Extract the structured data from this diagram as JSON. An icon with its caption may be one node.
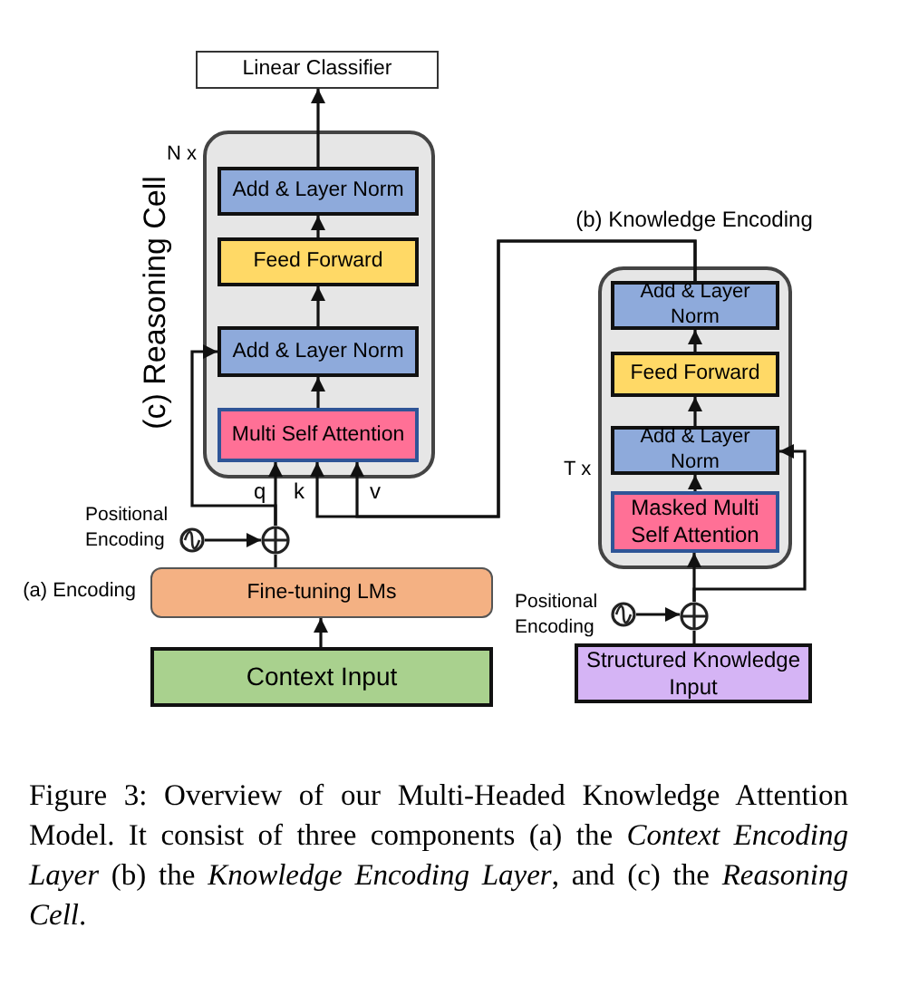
{
  "diagram": {
    "caption": "Figure 3: Overview of our Multi-Headed Knowledge Attention Model. It consist of three components (a) the *Context Encoding Layer* (b) the *Knowledge Encoding Layer*, and (c) the *Reasoning Cell*.",
    "nodes": [
      {
        "text": [
          "Linear Classifier"
        ]
      },
      {
        "text": [
          "(c) Reasoning Cell"
        ]
      },
      {
        "text": [
          "Add & Layer Norm"
        ],
        "in": 1
      },
      {
        "text": [
          "Feed Forward"
        ],
        "in": 1
      },
      {
        "text": [
          "Add & Layer Norm"
        ],
        "in": 1
      },
      {
        "text": [
          "Multi Self Attention"
        ],
        "in": 1
      },
      {
        "text": [],
        "shape": "circle",
        "beside": [
          "Positional Encoding"
        ]
      },
      {
        "text": [],
        "shape": "circle"
      },
      {
        "text": [
          "Fine-tuning LMs"
        ],
        "beside": [
          "(a) Encoding"
        ]
      },
      {
        "text": [
          "Context Input"
        ]
      },
      {
        "text": [
          "(b) Knowledge Encoding"
        ]
      },
      {
        "text": [
          "Add & Layer Norm"
        ],
        "in": 10
      },
      {
        "text": [
          "Feed Forward"
        ],
        "in": 10
      },
      {
        "text": [
          "Add & Layer Norm"
        ],
        "in": 10
      },
      {
        "text": [
          "Masked Multi Self Attention"
        ],
        "in": 10
      },
      {
        "text": [],
        "shape": "circle",
        "beside": [
          "Positional Encoding"
        ]
      },
      {
        "text": [],
        "shape": "circle"
      },
      {
        "text": [
          "Structured Knowledge Input"
        ]
      }
    ],
    "edges": [
      {
        "from": 9,
        "to": 8,
        "arrow": "to"
      },
      {
        "from": 8,
        "to": 7,
        "arrow": "none"
      },
      {
        "from": 6,
        "to": 7,
        "arrow": "to"
      },
      {
        "from": 7,
        "to": 5,
        "arrow": "to",
        "label": "q"
      },
      {
        "from": 7,
        "to": 4,
        "arrow": "to"
      },
      {
        "from": 5,
        "to": 4,
        "arrow": "to"
      },
      {
        "from": 4,
        "to": 3,
        "arrow": "to"
      },
      {
        "from": 3,
        "to": 2,
        "arrow": "to"
      },
      {
        "from": 2,
        "to": 0,
        "arrow": "to"
      },
      {
        "from": 11,
        "to": 5,
        "arrow": "to",
        "label": "k"
      },
      {
        "from": 11,
        "to": 5,
        "arrow": "to",
        "label": "v"
      },
      {
        "from": 17,
        "to": 16,
        "arrow": "none"
      },
      {
        "from": 15,
        "to": 16,
        "arrow": "to"
      },
      {
        "from": 16,
        "to": 14,
        "arrow": "to"
      },
      {
        "from": 16,
        "to": 13,
        "arrow": "to"
      },
      {
        "from": 14,
        "to": 13,
        "arrow": "to"
      },
      {
        "from": 13,
        "to": 12,
        "arrow": "to"
      },
      {
        "from": 12,
        "to": 11,
        "arrow": "to"
      }
    ],
    "labels": [
      "N x",
      "T x"
    ]
  }
}
